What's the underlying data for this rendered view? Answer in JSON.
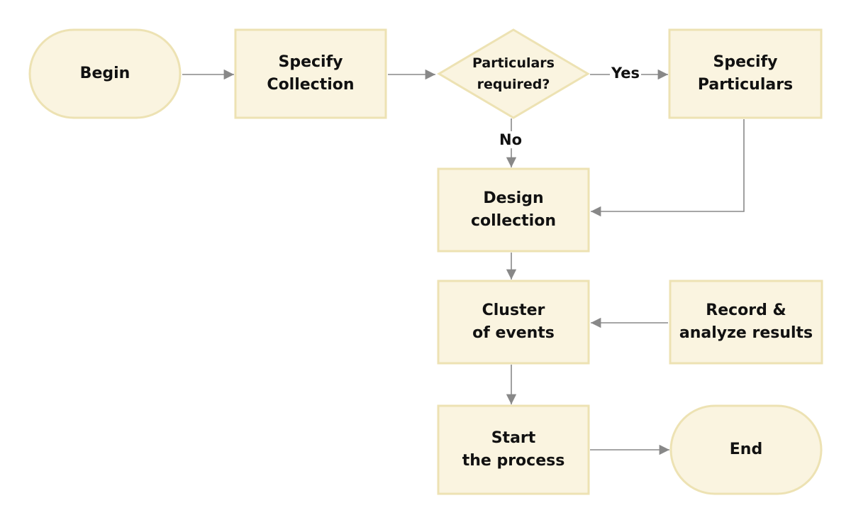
{
  "nodes": {
    "begin": {
      "label": "Begin"
    },
    "specify_collection": {
      "label": "Specify\nCollection"
    },
    "particulars_required": {
      "label": "Particulars\nrequired?"
    },
    "specify_particulars": {
      "label": "Specify\nParticulars"
    },
    "design_collection": {
      "label": "Design\ncollection"
    },
    "cluster_of_events": {
      "label": "Cluster\nof events"
    },
    "record_analyze": {
      "label": "Record &\nanalyze results"
    },
    "start_process": {
      "label": "Start\nthe process"
    },
    "end": {
      "label": "End"
    }
  },
  "edges": {
    "yes": {
      "label": "Yes"
    },
    "no": {
      "label": "No"
    }
  },
  "colors": {
    "shape_fill": "#faf4e0",
    "shape_stroke": "#ede2b3",
    "connector": "#888888"
  }
}
